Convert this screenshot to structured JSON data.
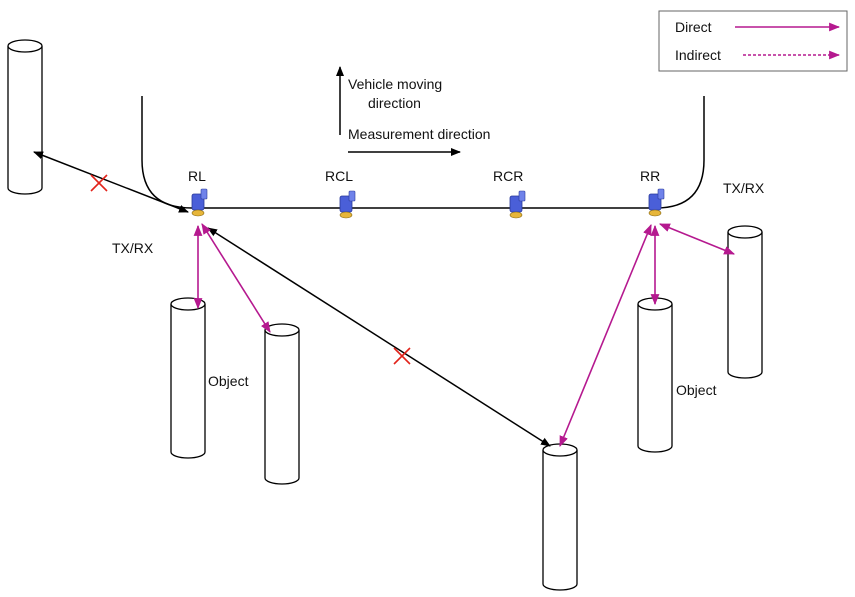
{
  "colors": {
    "signal": "#b5198f",
    "blocked_marker": "#e2231a",
    "sensor_body": "#4a5fd8",
    "sensor_tip": "#e7b63a"
  },
  "legend": {
    "direct_label": "Direct",
    "indirect_label": "Indirect"
  },
  "directions": {
    "vehicle_moving_line1": "Vehicle moving",
    "vehicle_moving_line2": "direction",
    "measurement": "Measurement direction"
  },
  "sensors": {
    "rl": "RL",
    "rcl": "RCL",
    "rcr": "RCR",
    "rr": "RR"
  },
  "labels": {
    "txrx_left": "TX/RX",
    "txrx_right": "TX/RX",
    "object_left": "Object",
    "object_right": "Object"
  }
}
